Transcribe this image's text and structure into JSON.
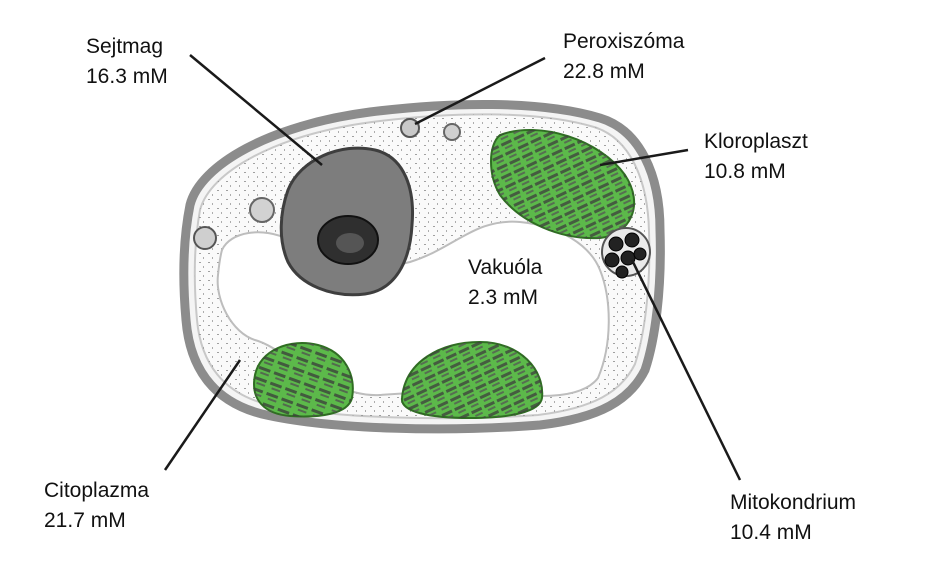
{
  "labels": {
    "nucleus": {
      "name": "Sejtmag",
      "value": "16.3 mM"
    },
    "peroxisome": {
      "name": "Peroxiszóma",
      "value": "22.8 mM"
    },
    "chloroplast": {
      "name": "Kloroplaszt",
      "value": "10.8 mM"
    },
    "vacuole": {
      "name": "Vakuóla",
      "value": "2.3 mM"
    },
    "cytoplasm": {
      "name": "Citoplazma",
      "value": "21.7 mM"
    },
    "mitochondrion": {
      "name": "Mitokondrium",
      "value": "10.4 mM"
    }
  },
  "colors": {
    "chloroplast_green": "#5cb94a",
    "nucleus_gray": "#7d7d7d",
    "wall_gray": "#9a9a9a",
    "leader_line": "#1a1a1a"
  }
}
